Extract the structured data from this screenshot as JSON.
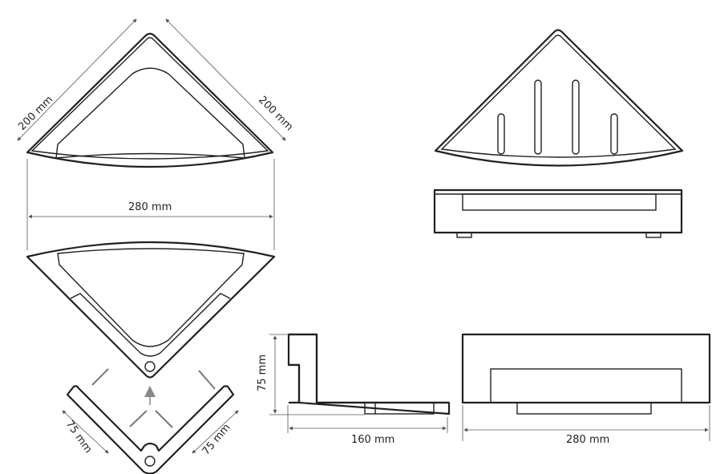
{
  "dimensions": {
    "top_left_side": "200 mm",
    "top_right_side": "200 mm",
    "width_top": "280 mm",
    "bracket_left": "75 mm",
    "bracket_right": "75 mm",
    "side_height": "75 mm",
    "side_depth": "160 mm",
    "front_width": "280 mm"
  },
  "colors": {
    "line": "#231f20",
    "arrow": "#888888"
  }
}
